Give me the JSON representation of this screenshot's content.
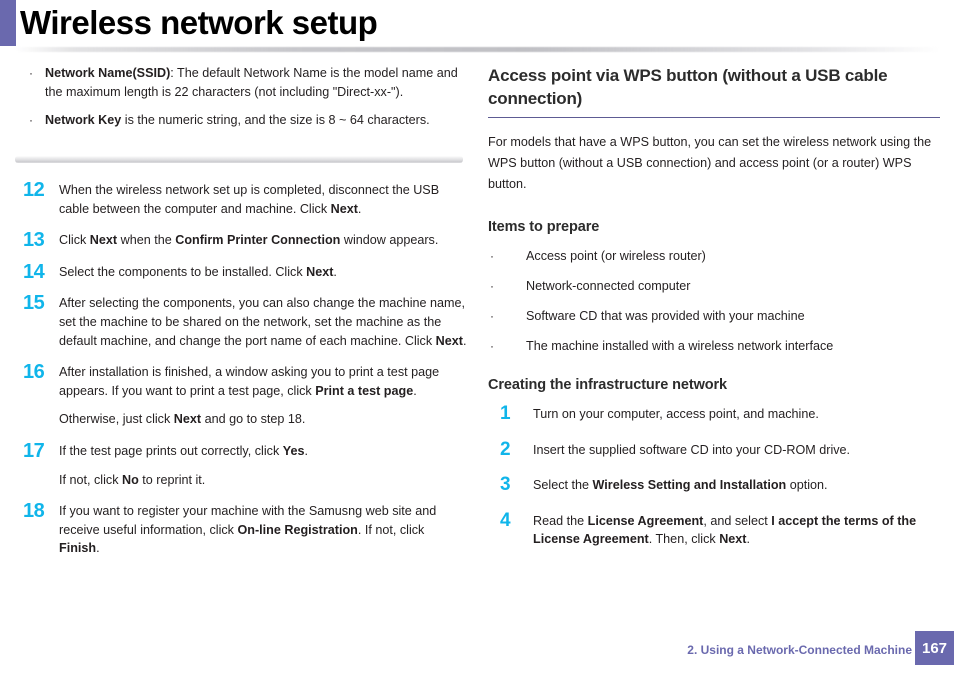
{
  "header": {
    "title": "Wireless network setup",
    "accent_color": "#6a69ae"
  },
  "colors": {
    "accent_purple": "#6a69ae",
    "step_number_cyan": "#10b5ea",
    "body_text": "#231f20",
    "heading_rule": "#5d5b93"
  },
  "left_column": {
    "intro_bullets": [
      {
        "bullet": "·",
        "bold_lead": "Network Name(SSID)",
        "rest": ": The default Network Name is the model name and the maximum length is 22 characters (not including \"Direct-xx-\")."
      },
      {
        "bullet": "·",
        "bold_lead": "Network Key",
        "rest": " is the numeric string, and the size is 8 ~ 64 characters."
      }
    ],
    "steps": [
      {
        "num": "12",
        "lines": [
          [
            {
              "t": "When the wireless network set up is completed, disconnect the USB cable between the computer and machine. Click "
            },
            {
              "t": "Next",
              "b": true
            },
            {
              "t": "."
            }
          ]
        ]
      },
      {
        "num": "13",
        "lines": [
          [
            {
              "t": "Click "
            },
            {
              "t": "Next",
              "b": true
            },
            {
              "t": " when the "
            },
            {
              "t": "Confirm Printer Connection",
              "b": true
            },
            {
              "t": " window appears."
            }
          ]
        ]
      },
      {
        "num": "14",
        "lines": [
          [
            {
              "t": "Select the components to be installed. Click "
            },
            {
              "t": "Next",
              "b": true
            },
            {
              "t": "."
            }
          ]
        ]
      },
      {
        "num": "15",
        "lines": [
          [
            {
              "t": "After selecting the components, you can also change the machine name, set the machine to be shared on the network, set the machine as the default machine, and change the port name of each machine. Click "
            },
            {
              "t": "Next",
              "b": true
            },
            {
              "t": "."
            }
          ]
        ]
      },
      {
        "num": "16",
        "lines": [
          [
            {
              "t": "After installation is finished, a window asking you to print a test page appears. If you want to print a test page, click "
            },
            {
              "t": "Print a test page",
              "b": true
            },
            {
              "t": "."
            }
          ],
          [
            {
              "t": "Otherwise, just click "
            },
            {
              "t": "Next",
              "b": true
            },
            {
              "t": " and go to step 18."
            }
          ]
        ]
      },
      {
        "num": "17",
        "lines": [
          [
            {
              "t": "If the test page prints out correctly, click "
            },
            {
              "t": "Yes",
              "b": true
            },
            {
              "t": "."
            }
          ],
          [
            {
              "t": "If not, click "
            },
            {
              "t": "No",
              "b": true
            },
            {
              "t": " to reprint it."
            }
          ]
        ]
      },
      {
        "num": "18",
        "lines": [
          [
            {
              "t": "If you want to register your machine with the Samusng web site and receive useful information, click "
            },
            {
              "t": "On-line Registration",
              "b": true
            },
            {
              "t": ". If not, click "
            },
            {
              "t": "Finish",
              "b": true
            },
            {
              "t": "."
            }
          ]
        ]
      }
    ]
  },
  "right_column": {
    "section_heading": "Access point via WPS button (without a USB cable connection)",
    "intro_paragraph": "For models that have a WPS button, you can set the wireless network using the WPS button (without a USB connection) and access point (or a router) WPS button.",
    "items_heading": "Items to prepare",
    "items": [
      "Access point (or wireless router)",
      "Network-connected computer",
      "Software CD that was provided with your machine",
      "The machine installed with a wireless network interface"
    ],
    "bullet_glyph": "·",
    "creating_heading": "Creating the infrastructure network",
    "steps": [
      {
        "num": "1",
        "lines": [
          [
            {
              "t": "Turn on your computer, access point, and machine."
            }
          ]
        ]
      },
      {
        "num": "2",
        "lines": [
          [
            {
              "t": "Insert the supplied software CD into your CD-ROM drive."
            }
          ]
        ]
      },
      {
        "num": "3",
        "lines": [
          [
            {
              "t": "Select the "
            },
            {
              "t": "Wireless Setting and Installation",
              "b": true
            },
            {
              "t": " option."
            }
          ]
        ]
      },
      {
        "num": "4",
        "lines": [
          [
            {
              "t": "Read the "
            },
            {
              "t": "License Agreement",
              "b": true
            },
            {
              "t": ", and select "
            },
            {
              "t": "I accept the terms of the License Agreement",
              "b": true
            },
            {
              "t": ". Then, click "
            },
            {
              "t": "Next",
              "b": true
            },
            {
              "t": "."
            }
          ]
        ]
      }
    ]
  },
  "footer": {
    "chapter_text": "2.  Using a Network-Connected Machine",
    "page_number": "167"
  }
}
